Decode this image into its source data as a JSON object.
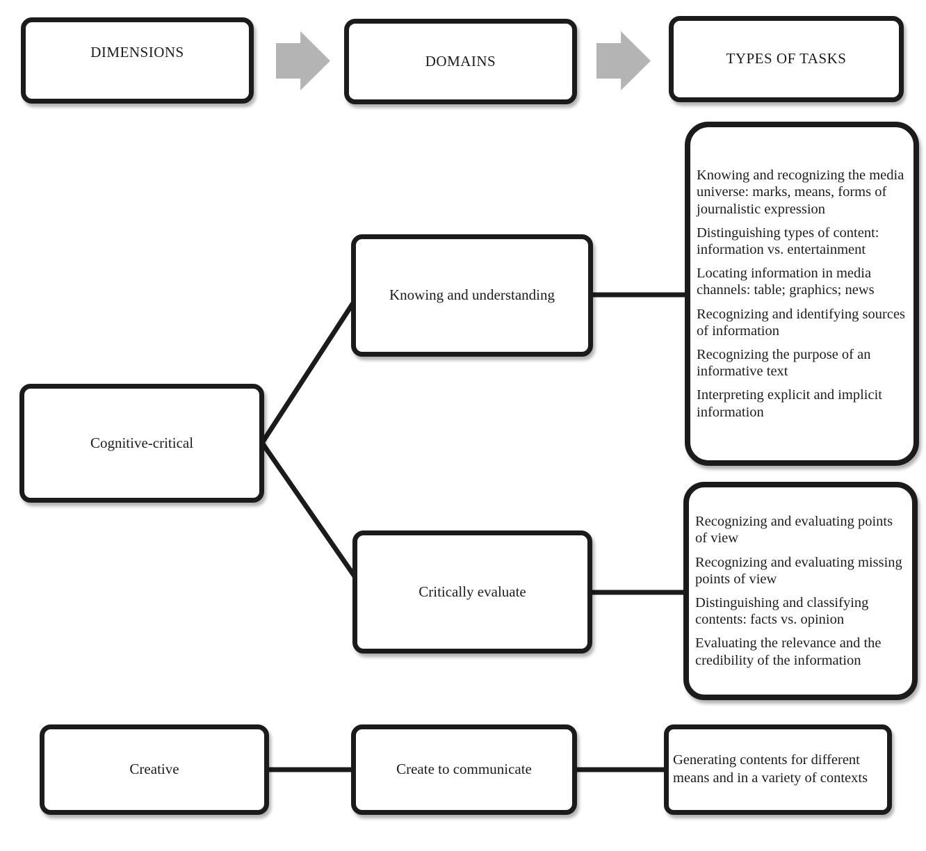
{
  "diagram": {
    "column_headers": [
      "DIMENSIONS",
      "DOMAINS",
      "TYPES OF TASKS"
    ],
    "dimensions": {
      "cognitive": "Cognitive-critical",
      "creative": "Creative"
    },
    "domains": {
      "knowing": "Knowing and understanding",
      "critically": "Critically evaluate",
      "create": "Create to communicate"
    },
    "tasks": {
      "knowing": [
        "Knowing and recognizing the media universe: marks, means, forms of journalistic expression",
        "Distinguishing types of content: information vs. entertainment",
        "Locating information in media channels: table; graphics; news",
        "Recognizing and identifying sources of information",
        "Recognizing the purpose of an informative text",
        "Interpreting explicit and implicit information"
      ],
      "critically": [
        "Recognizing and evaluating points of view",
        "Recognizing and evaluating missing points of view",
        "Distinguishing and classifying contents: facts vs. opinion",
        "Evaluating the relevance and the credibility of the information"
      ],
      "create": "Generating contents for different means and in a variety of contexts"
    }
  },
  "colors": {
    "border": "#1b1b1b",
    "text": "#1c1c1c",
    "arrow": "#b4b4b4",
    "background": "#ffffff"
  }
}
